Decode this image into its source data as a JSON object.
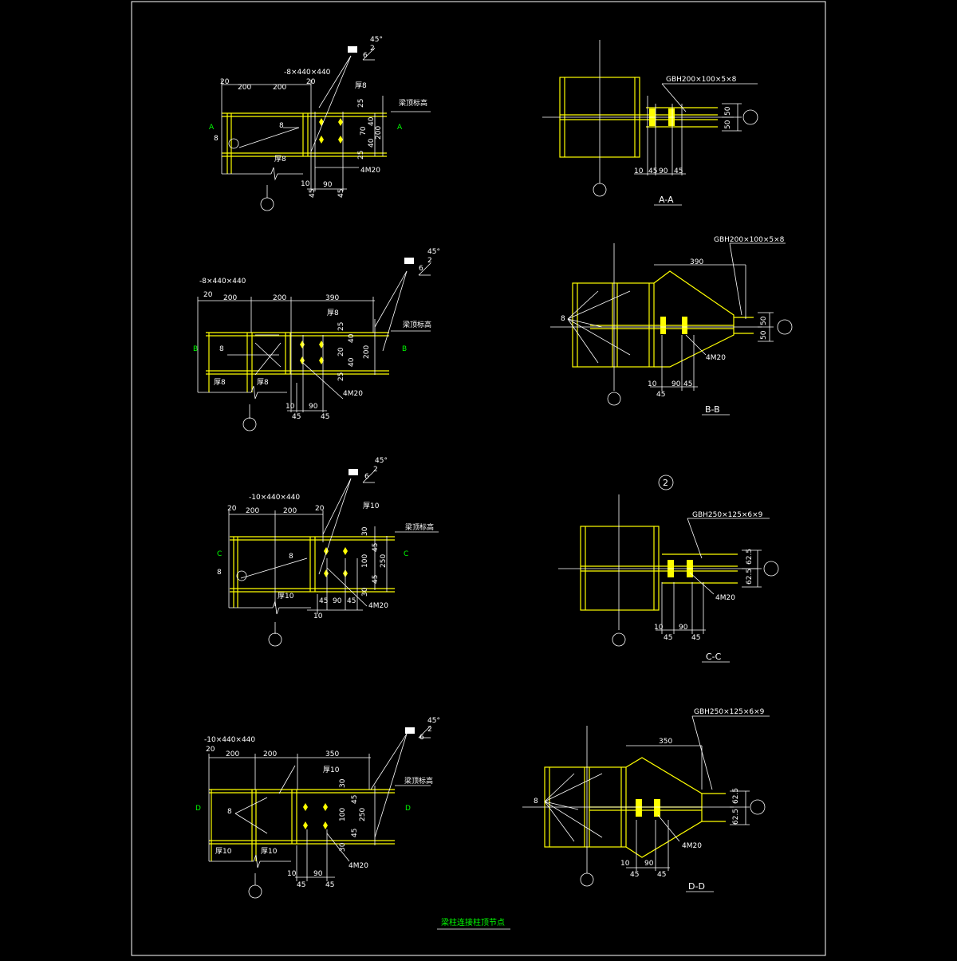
{
  "sheet": {
    "title": "梁柱连接柱顶节点"
  },
  "colors": {
    "background": "#000000",
    "frame": "#ffffff",
    "steel": "#ffff00",
    "dim": "#ffffff",
    "section_mark": "#00ff00",
    "title": "#00ff00"
  },
  "details": {
    "a": {
      "plate": "-8×440×440",
      "dims_top": [
        "20",
        "200",
        "200",
        "20"
      ],
      "stiffener": "厚8",
      "weld": "8",
      "elev": "梁顶标高",
      "vert_dims": [
        "25",
        "40",
        "70",
        "40",
        "25",
        "200"
      ],
      "bottom_dims": [
        "10",
        "45",
        "90",
        "45"
      ],
      "bolts": "4M20",
      "plate_thk": "厚8",
      "mark": "A",
      "flag_angle": "45°",
      "flag_a": "2",
      "flag_b": "6"
    },
    "b": {
      "plate": "-8×440×440",
      "dims_top": [
        "20",
        "200",
        "200",
        "390"
      ],
      "stiffener": "厚8",
      "weld": "8",
      "elev": "梁顶标高",
      "vert_dims": [
        "25",
        "40",
        "20",
        "40",
        "25",
        "200"
      ],
      "bottom_dims": [
        "10",
        "45",
        "90",
        "45"
      ],
      "bolts": "4M20",
      "plate_thk_1": "厚8",
      "plate_thk_2": "厚8",
      "mark": "B",
      "flag_angle": "45°",
      "flag_a": "2",
      "flag_b": "6"
    },
    "c": {
      "plate": "-10×440×440",
      "dims_top": [
        "20",
        "200",
        "200",
        "20"
      ],
      "stiffener": "厚10",
      "weld": "8",
      "elev": "梁顶标高",
      "vert_dims": [
        "30",
        "45",
        "100",
        "45",
        "30",
        "250"
      ],
      "bottom_dims": [
        "10",
        "45",
        "90",
        "45"
      ],
      "bolts": "4M20",
      "plate_thk": "厚10",
      "mark": "C",
      "flag_angle": "45°",
      "flag_a": "2",
      "flag_b": "6"
    },
    "d": {
      "plate": "-10×440×440",
      "dims_top": [
        "20",
        "200",
        "200",
        "350"
      ],
      "stiffener": "厚10",
      "weld": "8",
      "elev": "梁顶标高",
      "vert_dims": [
        "30",
        "45",
        "100",
        "45",
        "30",
        "250"
      ],
      "bottom_dims": [
        "10",
        "45",
        "90",
        "45"
      ],
      "bolts": "4M20",
      "plate_thk_1": "厚10",
      "plate_thk_2": "厚10",
      "mark": "D",
      "flag_angle": "45°",
      "flag_a": "2",
      "flag_b": "6"
    }
  },
  "sections": {
    "aa": {
      "beam": "GBH200×100×5×8",
      "right_dims": [
        "50",
        "50"
      ],
      "bottom_dims": [
        "10",
        "45",
        "90",
        "45"
      ],
      "label": "A-A"
    },
    "bb": {
      "beam": "GBH200×100×5×8",
      "top_dim": "390",
      "weld": "8",
      "right_dims": [
        "50",
        "50"
      ],
      "bolts": "4M20",
      "bottom_dims": [
        "10",
        "45",
        "90",
        "45"
      ],
      "label": "B-B"
    },
    "cc": {
      "number": "2",
      "beam": "GBH250×125×6×9",
      "right_dims": [
        "62.5",
        "62.5"
      ],
      "bolts": "4M20",
      "bottom_dims": [
        "10",
        "45",
        "90",
        "45"
      ],
      "label": "C-C"
    },
    "dd": {
      "beam": "GBH250×125×6×9",
      "top_dim": "350",
      "weld": "8",
      "right_dims": [
        "62.5",
        "62.5"
      ],
      "bolts": "4M20",
      "bottom_dims": [
        "10",
        "45",
        "90",
        "45"
      ],
      "label": "D-D"
    }
  }
}
